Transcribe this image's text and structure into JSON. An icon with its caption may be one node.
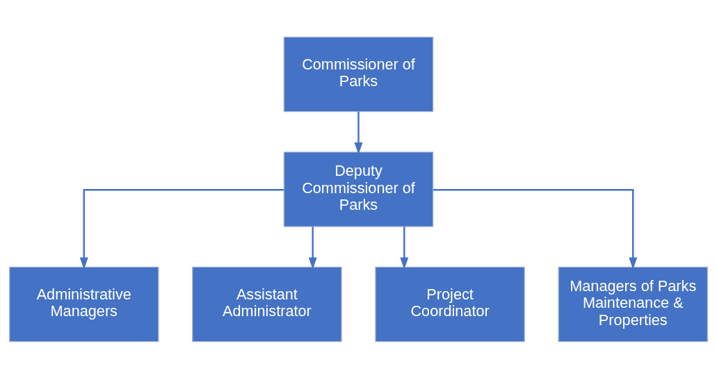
{
  "diagram": {
    "nodes": [
      {
        "text": [
          "Commissioner of Parks"
        ]
      },
      {
        "text": [
          "Deputy Commissioner of Parks"
        ]
      },
      {
        "text": [
          "Administrative Managers"
        ]
      },
      {
        "text": [
          "Assistant Administrator"
        ]
      },
      {
        "text": [
          "Project Coordinator"
        ]
      },
      {
        "text": [
          "Managers of Parks Maintenance & Properties"
        ]
      }
    ],
    "edges": [
      {
        "from": 0,
        "to": 1,
        "arrow": "to"
      },
      {
        "from": 1,
        "to": 2,
        "arrow": "to"
      },
      {
        "from": 1,
        "to": 3,
        "arrow": "to"
      },
      {
        "from": 1,
        "to": 4,
        "arrow": "to"
      },
      {
        "from": 1,
        "to": 5,
        "arrow": "to"
      }
    ]
  }
}
